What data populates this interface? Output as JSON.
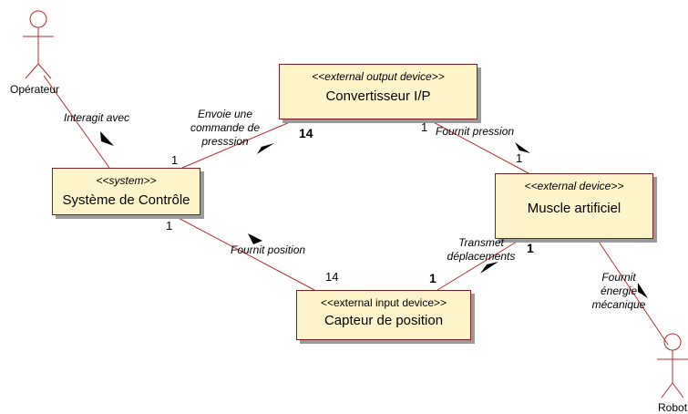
{
  "actors": {
    "operator": "Opérateur",
    "robot": "Robot"
  },
  "blocks": {
    "controller": {
      "stereotype": "<<system>>",
      "name": "Système de Contrôle"
    },
    "converter": {
      "stereotype": "<<external output device>>",
      "name": "Convertisseur I/P"
    },
    "muscle": {
      "stereotype": "<<external device>>",
      "name": "Muscle artificiel"
    },
    "sensor": {
      "stereotype": "<<external input device>>",
      "name": "Capteur de position"
    }
  },
  "associations": {
    "operator_controller": {
      "label": "Interagit avec"
    },
    "controller_converter": {
      "label_line1": "Envoie une",
      "label_line2": "commande de",
      "label_line3": "presssion",
      "mult_controller": "1",
      "mult_converter": "14"
    },
    "converter_muscle": {
      "label": "Fournit pression",
      "mult_converter": "1",
      "mult_muscle": "1"
    },
    "controller_sensor": {
      "label": "Fournit position",
      "mult_controller": "1",
      "mult_sensor": "14"
    },
    "muscle_sensor": {
      "label_line1": "Transmet",
      "label_line2": "déplacements",
      "mult_muscle": "1",
      "mult_sensor": "1"
    },
    "muscle_robot": {
      "label_line1": "Fournit",
      "label_line2": "énergie",
      "label_line3": "mécanique"
    }
  },
  "colors": {
    "box_fill": "#fdf5c9",
    "line": "#b03030",
    "box_border": "#7a2020",
    "shadow": "#9a9a9a"
  }
}
